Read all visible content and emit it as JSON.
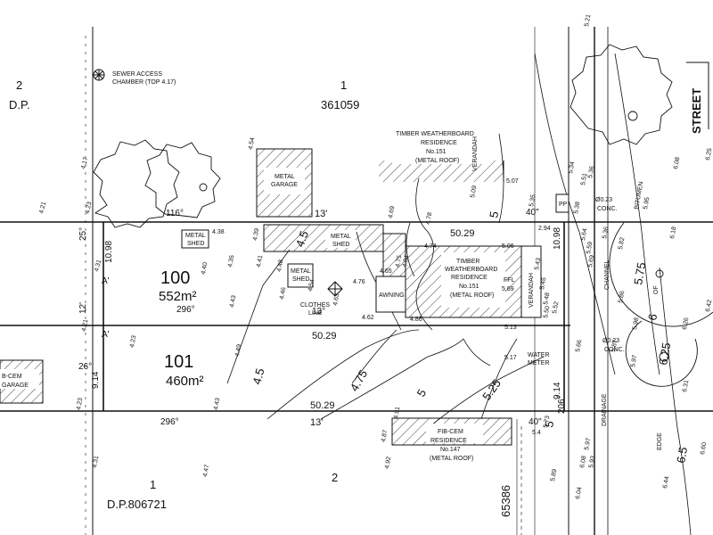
{
  "lots": {
    "lot100": {
      "number": "100",
      "area": "552m²",
      "bearing_w": "116°",
      "bearing_s": "296°",
      "frontage": "25°",
      "width": "10.98",
      "length": "50.29",
      "angle": "13'"
    },
    "lot101": {
      "number": "101",
      "area": "460m²",
      "bearing_w": "26°",
      "bearing_s": "296°",
      "width": "9.14",
      "length": "50.29",
      "angle": "13'"
    }
  },
  "adjoining": {
    "top_left_lot": "2",
    "top_left_dp": "D.P.",
    "top_center_lot": "1",
    "top_center_dp": "361059",
    "bottom_left_lot": "1",
    "bottom_left_dp": "D.P.806721",
    "bottom_center_lot": "2",
    "bottom_dp_vertical": "65386"
  },
  "labels": {
    "sewer": "SEWER ACCESS",
    "sewer2": "CHAMBER (TOP 4.17)",
    "timber_top_1": "TIMBER WEATHERBOARD",
    "timber_top_2": "RESIDENCE",
    "timber_top_3": "No.151",
    "timber_top_4": "(METAL ROOF)",
    "verandah_top": "VERANDAH",
    "metal_garage_1": "METAL",
    "metal_garage_2": "GARAGE",
    "metal_shed_a_1": "METAL",
    "metal_shed_a_2": "SHED",
    "metal_shed_b_1": "METAL",
    "metal_shed_b_2": "SHED",
    "metal_shed_c_1": "METAL",
    "metal_shed_c_2": "SHED",
    "awning": "AWNING",
    "timber_main_1": "TIMBER",
    "timber_main_2": "WEATHERBOARD",
    "timber_main_3": "RESIDENCE",
    "timber_main_4": "No.151",
    "timber_main_5": "(METAL ROOF)",
    "ffl": "FFL",
    "ffl_val": "5.69",
    "verandah_main": "VERANDAH",
    "clothes_1": "CLOTHES",
    "clothes_2": "LINE",
    "water_1": "WATER",
    "water_2": "METER",
    "fibcem_1": "FIB-CEM",
    "fibcem_2": "RESIDENCE",
    "fibcem_3": "No.147",
    "fibcem_4": "(METAL ROOF)",
    "fibcem_left": "B-CEM",
    "garage_left": "GARAGE",
    "street": "STREET",
    "bitumen": "BITUMEN",
    "channel": "CHANNEL",
    "drainage": "DRAINAGE",
    "edge": "EDGE",
    "of": "OF",
    "pp": "PP",
    "conc_top": "Ø0.23",
    "conc_top2": "CONC.",
    "conc_bot": "Ø0.23",
    "conc_bot2": "CONC.",
    "a1": "A'",
    "a2": "A'",
    "dim_40_top": "40\"",
    "dim_40_bot": "40\"",
    "dim_13_top": "13'",
    "dim_13_mid": "13°",
    "dim_206": "206°",
    "dim_12": "12'",
    "dim_25": "25°",
    "dim_26": "26°"
  },
  "contours": {
    "c45": "4.5",
    "c5a": "5",
    "c45b": "4.5",
    "c475": "4.75",
    "c5b": "5",
    "c525": "5.25",
    "c575": "5.75",
    "c6": "6",
    "c625": "6.25",
    "c65": "6.5",
    "c5c": "5"
  },
  "spot_levels": {
    "s1": "4.17",
    "s2": "4.21",
    "s3": "4.23",
    "s4": "4.31",
    "s5": "4.38",
    "s6": "4.40",
    "s7": "4.35",
    "s8": "4.43",
    "s9": "4.41",
    "s10": "4.39",
    "s11": "4.48",
    "s12": "4.46",
    "s13": "4.54",
    "s14": "4.63",
    "s15": "4.62",
    "s16": "4.76",
    "s17": "4.65",
    "s18": "4.84",
    "s19": "4.74",
    "s20": "4.75",
    "s21": "4.69",
    "s22": "4.78",
    "s23": "4.86",
    "s24": "5.06",
    "s25": "5.09",
    "s26": "5.07",
    "s27": "5.35",
    "s28": "5.13",
    "s29": "5.17",
    "s30": "5.43",
    "s31": "5.45",
    "s32": "5.48",
    "s33": "5.50",
    "s34": "5.52",
    "s35": "4.49",
    "s36": "4.43",
    "s37": "4.23",
    "s38": "4.21",
    "s39": "4.23",
    "s40": "4.31",
    "s41": "4.47",
    "s42": "4.87",
    "s43": "4.91",
    "s44": "4.92",
    "s45": "5.4",
    "s46": "5.73",
    "s47": "5.89",
    "s48": "6.04",
    "s49": "6.08",
    "s50": "5.93",
    "s51": "5.97",
    "s52": "6.44",
    "s53": "6.60",
    "s54": "5.21",
    "s55": "5.34",
    "s56": "5.51",
    "s57": "5.36",
    "s58": "5.38",
    "s59": "5.64",
    "s60": "5.36",
    "s61": "5.69",
    "s62": "5.59",
    "s63": "5.82",
    "s64": "5.86",
    "s65": "5.98",
    "s66": "6.18",
    "s67": "6.26",
    "s68": "6.42",
    "s69": "6.08",
    "s70": "6.25",
    "s71": "5.95",
    "s72": "5.87",
    "s73": "5.97",
    "s74": "5.66",
    "s75": "6.31",
    "s76": "2.94",
    "s77": "4.54"
  }
}
